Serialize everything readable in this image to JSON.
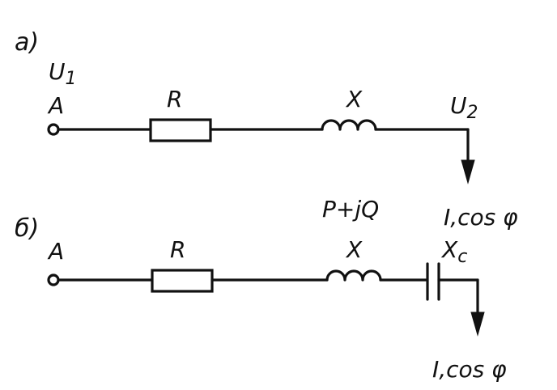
{
  "diagram_a": {
    "case_label": "а)",
    "u1_label": "U1",
    "node_label": "A",
    "r_label": "R",
    "x_label": "X",
    "u2_label": "U2",
    "load_label": "I,cos φ",
    "power_label": "P+jQ"
  },
  "diagram_b": {
    "case_label": "б)",
    "node_label": "A",
    "r_label": "R",
    "x_label": "X",
    "xc_label": "Xc",
    "load_label": "I,cos φ"
  },
  "colors": {
    "ink": "#111111",
    "background": "#ffffff"
  }
}
